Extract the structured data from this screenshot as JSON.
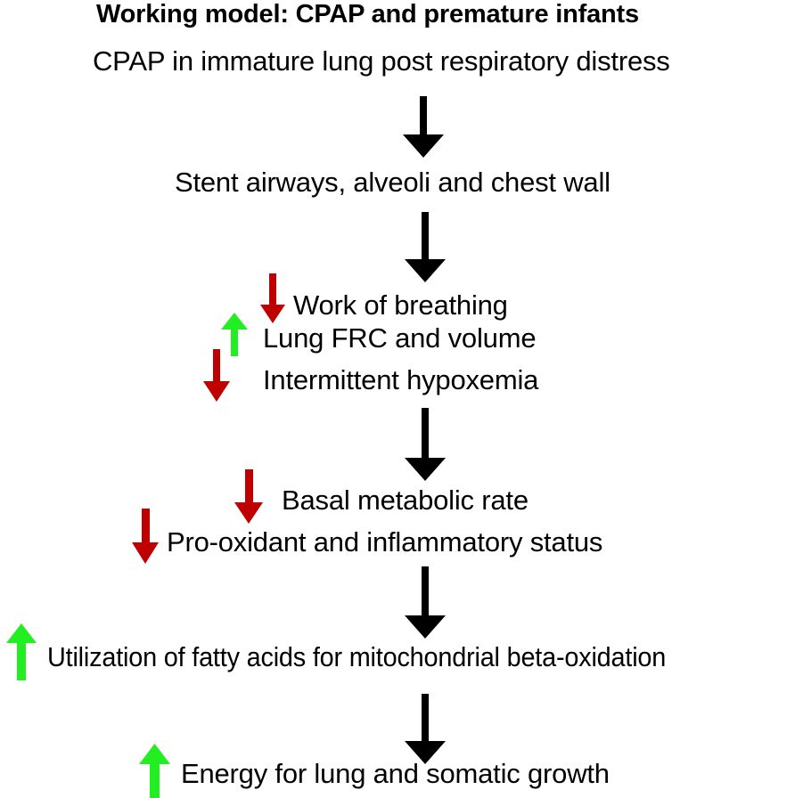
{
  "figure": {
    "type": "flowchart",
    "title": "Working model: CPAP and premature infants",
    "orientation": "vertical-top-to-bottom",
    "background_color": "#ffffff",
    "colors": {
      "text": "#000000",
      "flow_arrow": "#000000",
      "decrease_arrow": "#BE0000",
      "increase_arrow": "#22EE22"
    },
    "legend_semantics": {
      "red_down_arrow": "decrease",
      "green_up_arrow": "increase",
      "black_down_arrow": "leads to"
    }
  },
  "steps": [
    {
      "id": "step-1",
      "text": "CPAP in immature lung post respiratory distress",
      "markers": []
    },
    {
      "id": "step-2",
      "text": "Stent airways, alveoli and chest wall",
      "markers": []
    },
    {
      "id": "step-3-line-1",
      "text": "Work of breathing",
      "markers": [
        "decrease"
      ]
    },
    {
      "id": "step-3-line-2",
      "text": "Lung FRC and volume",
      "markers": [
        "increase"
      ]
    },
    {
      "id": "step-3-line-3",
      "text": "Intermittent hypoxemia",
      "markers": [
        "decrease"
      ]
    },
    {
      "id": "step-4-line-1",
      "text": "Basal metabolic rate",
      "markers": [
        "decrease"
      ]
    },
    {
      "id": "step-4-line-2",
      "text": "Pro-oxidant and inflammatory status",
      "markers": [
        "decrease"
      ]
    },
    {
      "id": "step-5",
      "text": "Utilization of fatty acids for mitochondrial beta-oxidation",
      "markers": [
        "increase"
      ]
    },
    {
      "id": "step-6",
      "text": "Energy for lung and somatic growth",
      "markers": [
        "increase"
      ]
    }
  ],
  "connectors": [
    {
      "id": "flow-arrow-1",
      "from": "step-1",
      "to": "step-2",
      "direction": "down"
    },
    {
      "id": "flow-arrow-2",
      "from": "step-2",
      "to": "step-3",
      "direction": "down"
    },
    {
      "id": "flow-arrow-3",
      "from": "step-3",
      "to": "step-4",
      "direction": "down"
    },
    {
      "id": "flow-arrow-4",
      "from": "step-4",
      "to": "step-5",
      "direction": "down"
    },
    {
      "id": "flow-arrow-5",
      "from": "step-5",
      "to": "step-6",
      "direction": "down"
    }
  ]
}
